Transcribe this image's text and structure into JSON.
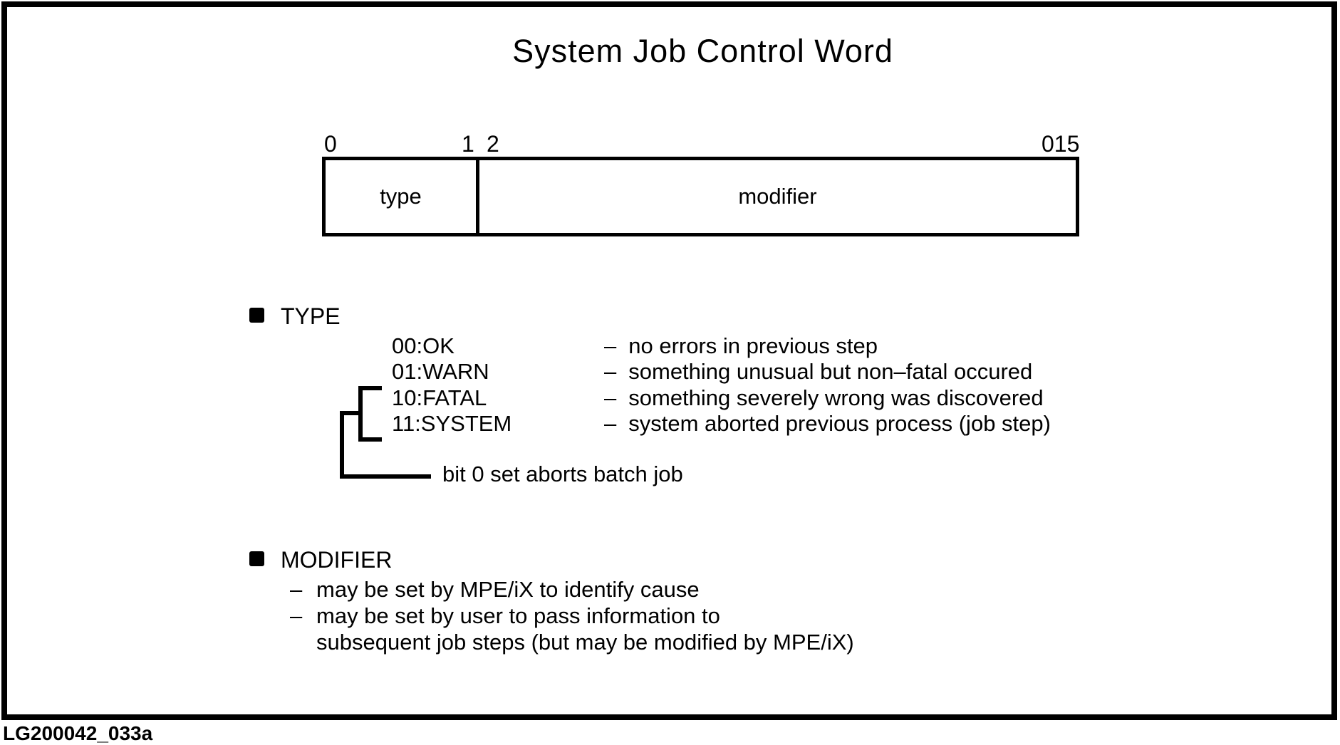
{
  "title": "System Job Control Word",
  "bitfield": {
    "bit_labels": {
      "b0": "0",
      "b1": "1",
      "b2": "2",
      "b15": "015"
    },
    "type_cell": "type",
    "modifier_cell": "modifier"
  },
  "type_section": {
    "heading": "TYPE",
    "rows": [
      {
        "code": "00:OK",
        "dash": "–",
        "desc": "no errors in previous step"
      },
      {
        "code": "01:WARN",
        "dash": "–",
        "desc": "something unusual but non–fatal occured"
      },
      {
        "code": "10:FATAL",
        "dash": "–",
        "desc": "something severely wrong was discovered"
      },
      {
        "code": "11:SYSTEM",
        "dash": "–",
        "desc": "system aborted previous process (job step)"
      }
    ],
    "bracket_note": "bit 0 set aborts batch job"
  },
  "modifier_section": {
    "heading": "MODIFIER",
    "items": [
      {
        "dash": "–",
        "text": "may be set by MPE/iX to identify cause"
      },
      {
        "dash": "–",
        "text": "may be set by user to pass information to"
      },
      {
        "dash": "",
        "text": "subsequent job steps (but may be modified by MPE/iX)"
      }
    ]
  },
  "footer": {
    "figure_id": "LG200042_033a"
  },
  "colors": {
    "ink": "#000000",
    "paper": "#ffffff"
  }
}
